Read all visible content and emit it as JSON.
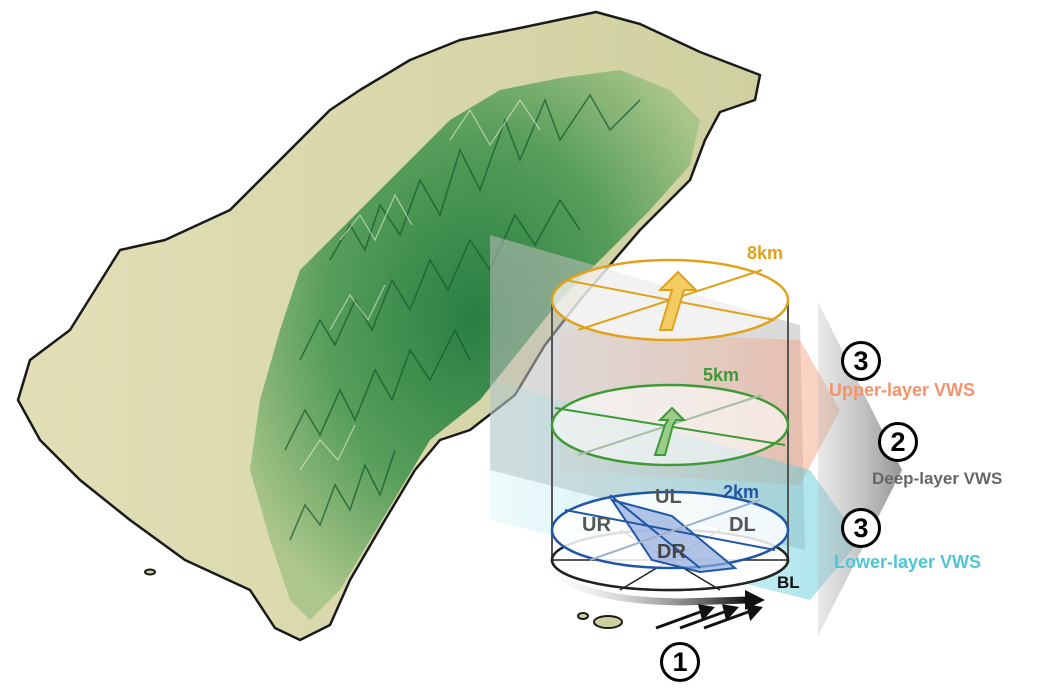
{
  "colors": {
    "upper": "#e0a11b",
    "middle": "#3f9a35",
    "lower": "#1f56a5",
    "upper_vws": "#f4936a",
    "deep_vws": "#8c8c8c",
    "lower_vws": "#4fc6d6",
    "terrain_low": "#d9d7ab",
    "terrain_high": "#1f7a3e"
  },
  "heights": {
    "top": "8km",
    "middle": "5km",
    "bottom": "2km"
  },
  "quadrants": {
    "ul": "UL",
    "ur": "UR",
    "dl": "DL",
    "dr": "DR"
  },
  "boundary_layer": "BL",
  "steps": {
    "step_1": "1",
    "step_2": "2",
    "step_3_upper": "3",
    "step_3_lower": "3"
  },
  "vws_labels": {
    "upper": "Upper-layer VWS",
    "deep": "Deep-layer VWS",
    "lower": "Lower-layer VWS"
  }
}
